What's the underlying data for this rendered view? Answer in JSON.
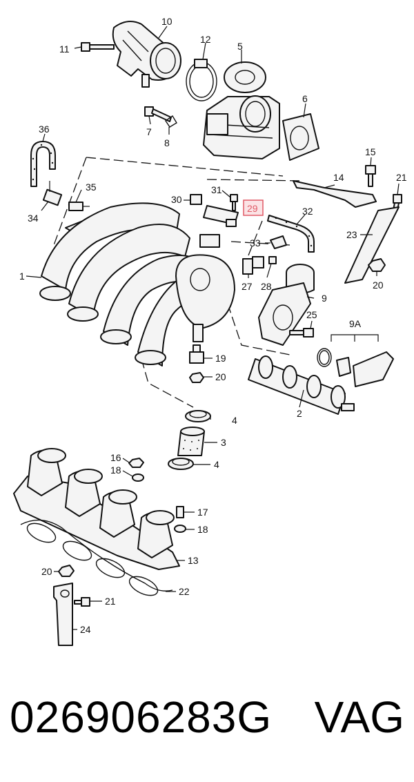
{
  "diagram": {
    "callouts": [
      {
        "id": "c10",
        "text": "10"
      },
      {
        "id": "c11",
        "text": "11"
      },
      {
        "id": "c12",
        "text": "12"
      },
      {
        "id": "c5",
        "text": "5"
      },
      {
        "id": "c6",
        "text": "6"
      },
      {
        "id": "c7",
        "text": "7"
      },
      {
        "id": "c8",
        "text": "8"
      },
      {
        "id": "c36",
        "text": "36"
      },
      {
        "id": "c35",
        "text": "35"
      },
      {
        "id": "c34",
        "text": "34"
      },
      {
        "id": "c31",
        "text": "31"
      },
      {
        "id": "c30",
        "text": "30"
      },
      {
        "id": "c29",
        "text": "29"
      },
      {
        "id": "c32",
        "text": "32"
      },
      {
        "id": "c33",
        "text": "33"
      },
      {
        "id": "c15",
        "text": "15"
      },
      {
        "id": "c14",
        "text": "14"
      },
      {
        "id": "c21a",
        "text": "21"
      },
      {
        "id": "c23",
        "text": "23"
      },
      {
        "id": "c20a",
        "text": "20"
      },
      {
        "id": "c1",
        "text": "1"
      },
      {
        "id": "c27",
        "text": "27"
      },
      {
        "id": "c28",
        "text": "28"
      },
      {
        "id": "c9",
        "text": "9"
      },
      {
        "id": "c25",
        "text": "25"
      },
      {
        "id": "c9a",
        "text": "9A"
      },
      {
        "id": "c19",
        "text": "19"
      },
      {
        "id": "c20b",
        "text": "20"
      },
      {
        "id": "c2",
        "text": "2"
      },
      {
        "id": "c4a",
        "text": "4"
      },
      {
        "id": "c3",
        "text": "3"
      },
      {
        "id": "c4b",
        "text": "4"
      },
      {
        "id": "c16",
        "text": "16"
      },
      {
        "id": "c18a",
        "text": "18"
      },
      {
        "id": "c17",
        "text": "17"
      },
      {
        "id": "c18b",
        "text": "18"
      },
      {
        "id": "c13",
        "text": "13"
      },
      {
        "id": "c20c",
        "text": "20"
      },
      {
        "id": "c22",
        "text": "22"
      },
      {
        "id": "c21b",
        "text": "21"
      },
      {
        "id": "c24",
        "text": "24"
      }
    ],
    "highlighted_callout": "29",
    "highlight_color": "#e05a66"
  },
  "footer": {
    "part_number": "026906283G",
    "brand": "VAG"
  }
}
